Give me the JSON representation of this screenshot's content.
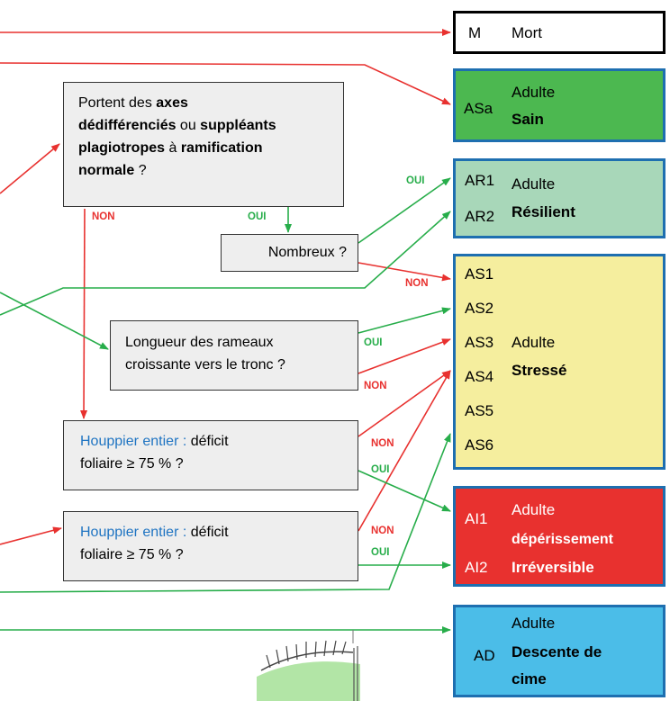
{
  "categories": {
    "mort": {
      "code": "M",
      "label": "Mort"
    },
    "asa": {
      "code": "ASa",
      "line1": "Adulte",
      "line2": "Sain"
    },
    "ar": {
      "codes": [
        "AR1",
        "AR2"
      ],
      "line1": "Adulte",
      "line2": "Résilient"
    },
    "as": {
      "codes": [
        "AS1",
        "AS2",
        "AS3",
        "AS4",
        "AS5",
        "AS6"
      ],
      "line1": "Adulte",
      "line2": "Stressé"
    },
    "ai": {
      "codes": [
        "AI1",
        "AI2"
      ],
      "line1": "Adulte",
      "line2": "dépérissement",
      "line3": "Irréversible"
    },
    "ad": {
      "code": "AD",
      "line1": "Adulte",
      "line2": "Descente de",
      "line3": "cime"
    }
  },
  "questions": {
    "q1": {
      "t1": "Portent des ",
      "b1": "axes",
      "b2": "dédifférenciés",
      "t2": " ou ",
      "b3": "suppléants",
      "b4": "plagiotropes",
      "t3": " à ",
      "b5": "ramification",
      "b6": "normale",
      "t4": " ?"
    },
    "q2": {
      "text": "Nombreux ?"
    },
    "q3": {
      "line1": "Longueur des rameaux",
      "line2": "croissante vers le tronc ?"
    },
    "q4": {
      "blue": "Houppier entier :",
      "black": " déficit",
      "line2": "foliaire ≥ 75 % ?"
    },
    "q5": {
      "blue": "Houppier entier :",
      "black": " déficit",
      "line2": "foliaire ≥ 75 % ?"
    }
  },
  "labels": {
    "oui": "OUI",
    "non": "NON"
  },
  "colors": {
    "red": "#e8312f",
    "green": "#27ad4a",
    "blue_border": "#1e6fb0"
  }
}
